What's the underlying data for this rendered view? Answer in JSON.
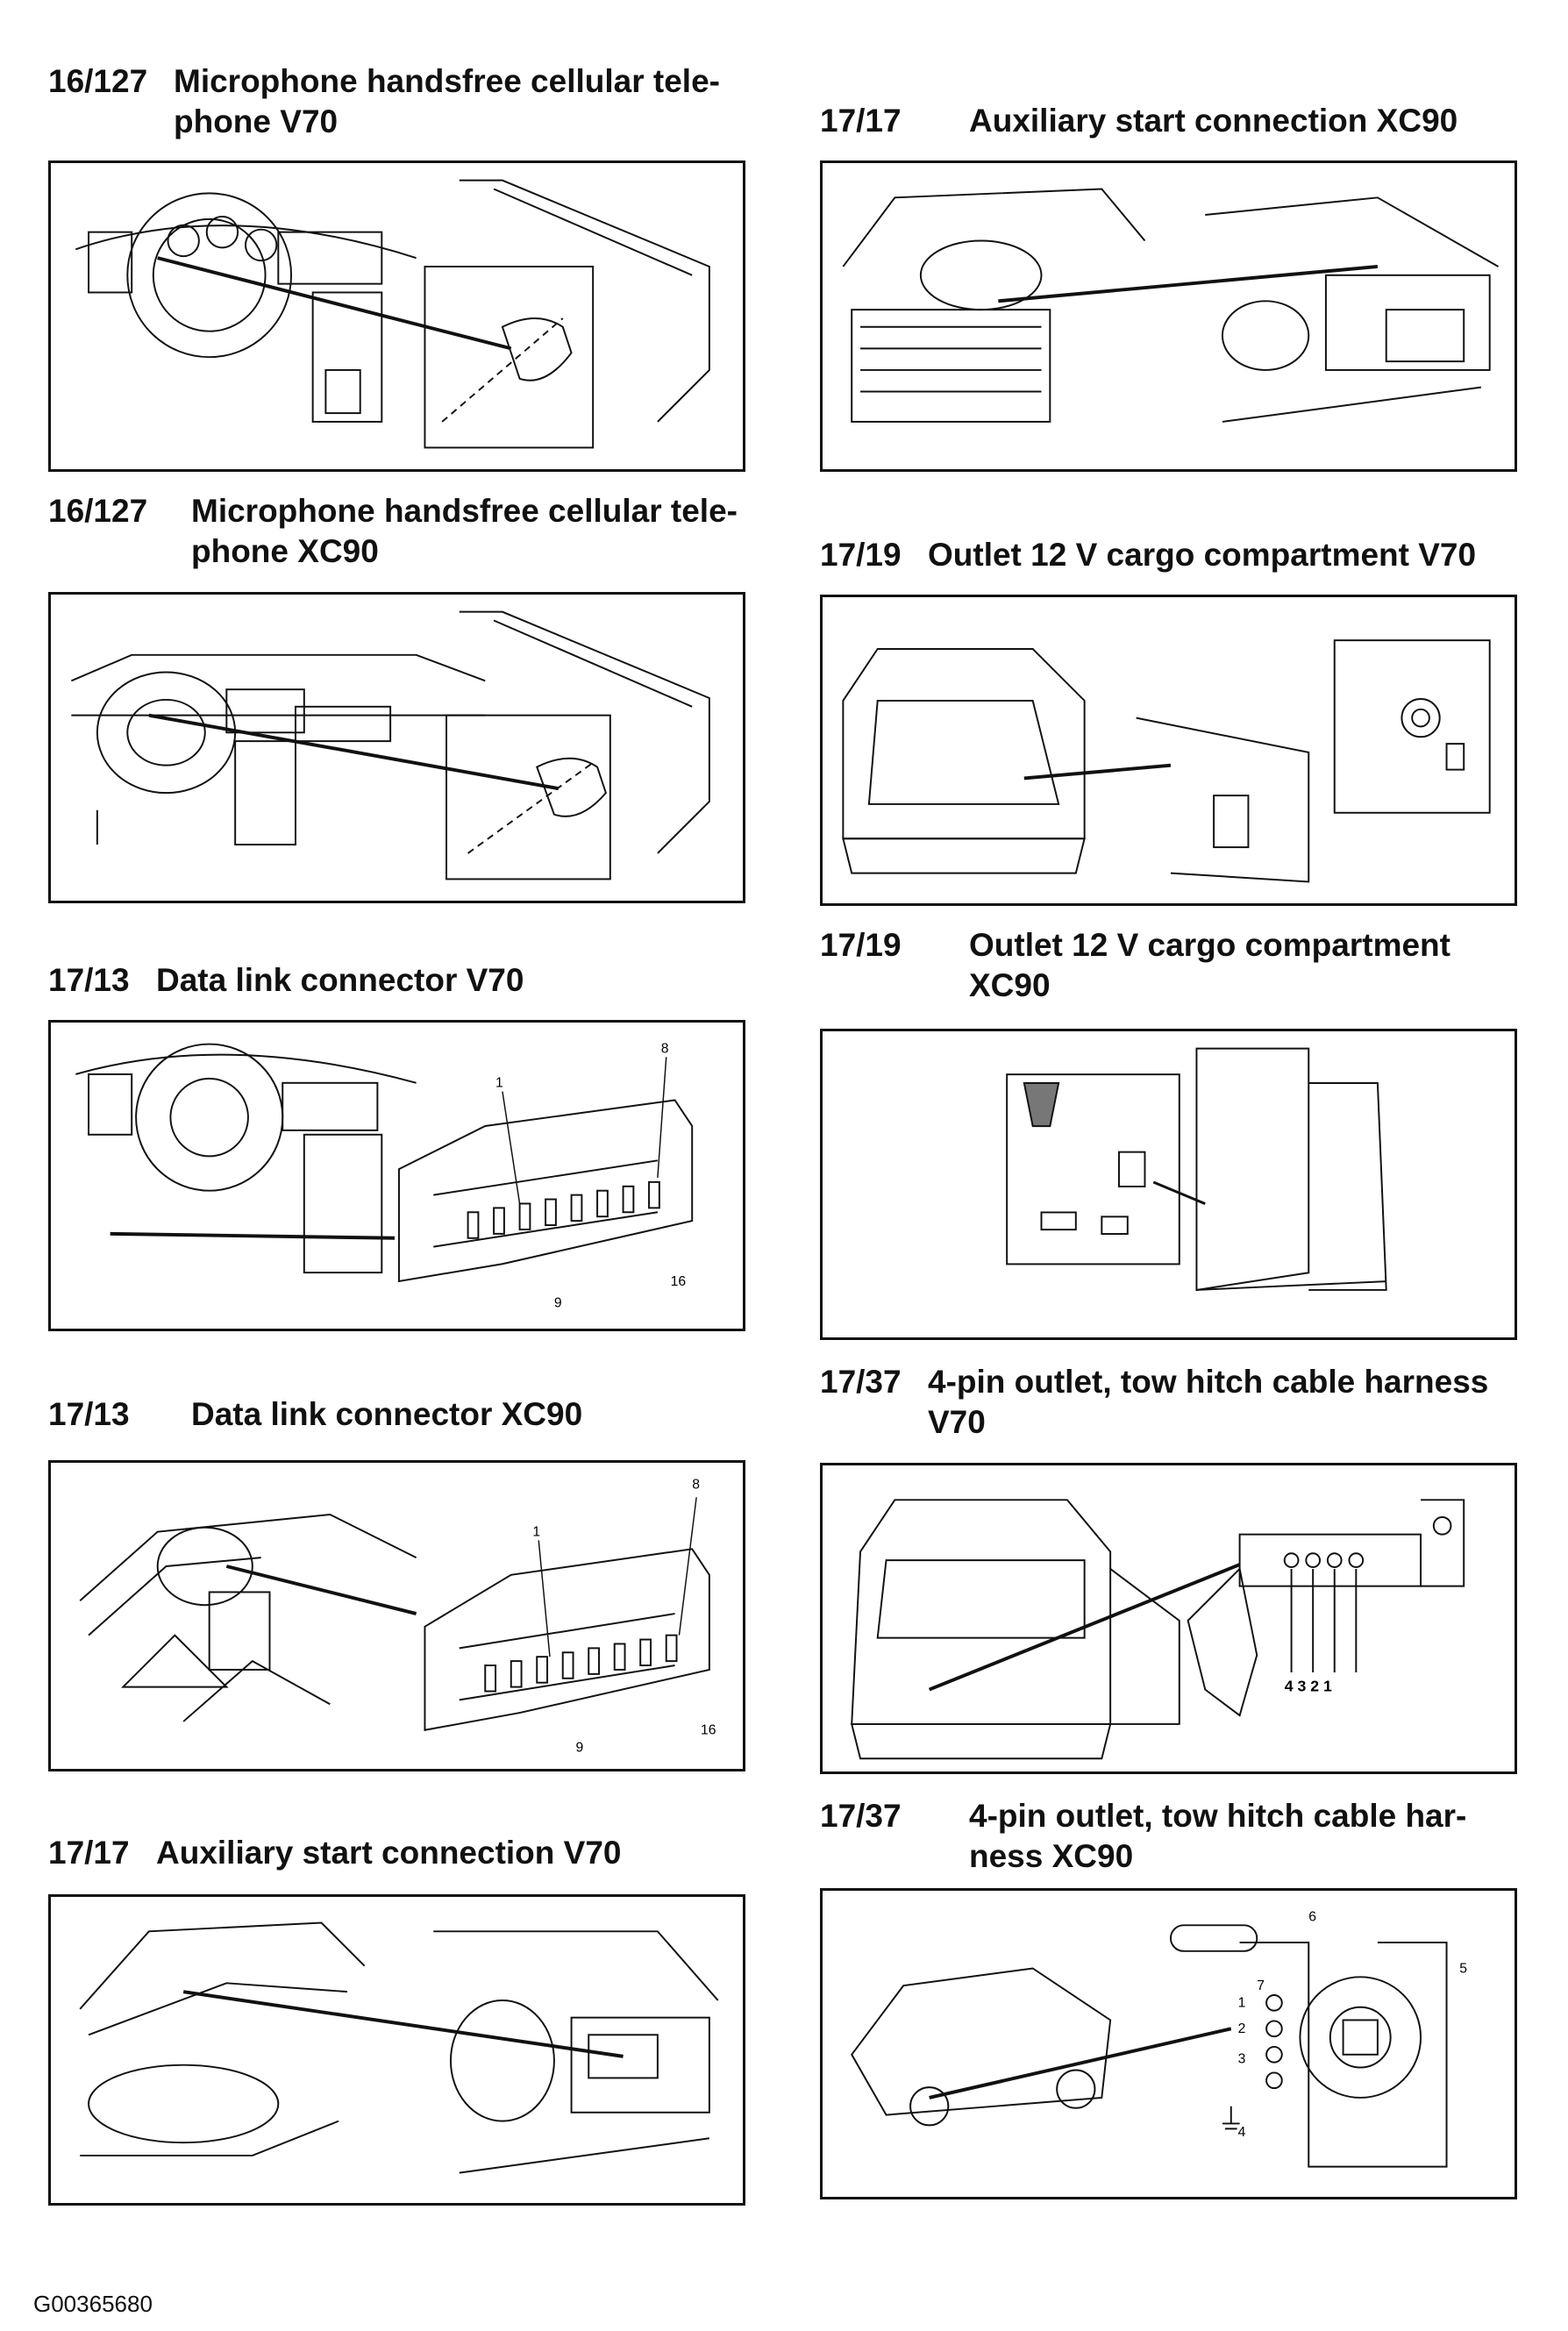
{
  "footer_code": "G00365680",
  "sections": {
    "mic_v70": {
      "num": "16/127",
      "title1": "Microphone handsfree cellular tele-",
      "title2": "phone V70"
    },
    "mic_xc90": {
      "num": "16/127",
      "title1": "Microphone handsfree cellular tele-",
      "title2": "phone XC90"
    },
    "dlc_v70": {
      "num": "17/13",
      "title1": "Data link connector V70",
      "title2": ""
    },
    "dlc_xc90": {
      "num": "17/13",
      "title1": "Data link connector XC90",
      "title2": ""
    },
    "aux_v70": {
      "num": "17/17",
      "title1": "Auxiliary start connection V70",
      "title2": ""
    },
    "aux_xc90": {
      "num": "17/17",
      "title1": "Auxiliary start connection XC90",
      "title2": ""
    },
    "out_v70": {
      "num": "17/19",
      "title1": "Outlet 12 V cargo compartment V70",
      "title2": ""
    },
    "out_xc90": {
      "num": "17/19",
      "title1": "Outlet 12 V cargo compartment",
      "title2": "XC90"
    },
    "tow_v70": {
      "num": "17/37",
      "title1": "4-pin outlet, tow hitch cable harness",
      "title2": "V70"
    },
    "tow_xc90": {
      "num": "17/37",
      "title1": "4-pin outlet, tow hitch cable har-",
      "title2": "ness XC90"
    }
  },
  "labels": {
    "dlc_pin_1": "1",
    "dlc_pin_8": "8",
    "dlc_pin_9": "9",
    "dlc_pin_16": "16",
    "tow_v70_pins": "4 3 2 1",
    "tow_xc90_1": "1",
    "tow_xc90_2": "2",
    "tow_xc90_3": "3",
    "tow_xc90_4": "4",
    "tow_xc90_5": "5",
    "tow_xc90_6": "6",
    "tow_xc90_7": "7"
  }
}
